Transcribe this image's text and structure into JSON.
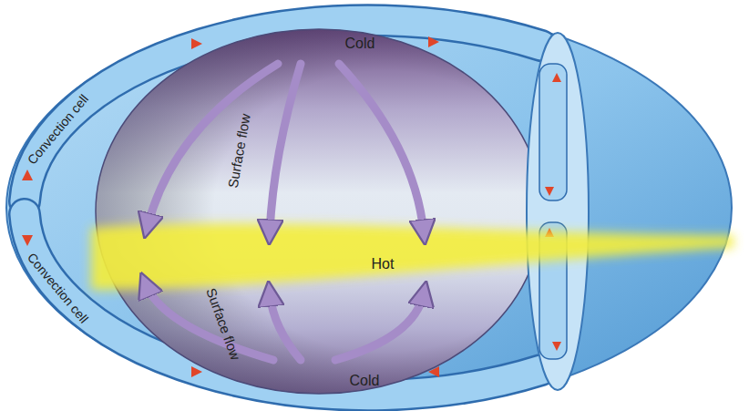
{
  "diagram": {
    "labels": [
      "Cold",
      "Convection cell",
      "Surface flow",
      "Hot",
      "Convection cell",
      "Surface flow",
      "Cold"
    ]
  }
}
